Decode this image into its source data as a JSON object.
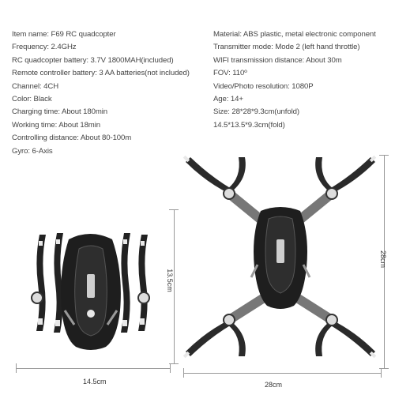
{
  "specs_left": [
    "Item name: F69 RC quadcopter",
    "Frequency: 2.4GHz",
    "RC quadcopter battery: 3.7V 1800MAH(included)",
    "Remote controller battery: 3 AA batteries(not included)",
    "Channel: 4CH",
    "Color: Black",
    "Charging time: About 180min",
    "Working time: About 18min",
    "Controlling distance: About 80-100m",
    "Gyro: 6-Axis"
  ],
  "specs_right": [
    "Material: ABS plastic, metal electronic component",
    "Transmitter mode: Mode 2 (left hand throttle)",
    "WIFI transmission distance: About 30m",
    "FOV: 110º",
    "Video/Photo resolution: 1080P",
    "Age: 14+",
    "Size: 28*28*9.3cm(unfold)",
    "14.5*13.5*9.3cm(fold)"
  ],
  "dimensions": {
    "folded_width": "14.5cm",
    "folded_height": "13.5cm",
    "unfolded_width": "28cm",
    "unfolded_height": "28cm"
  },
  "colors": {
    "body": "#1e1e1e",
    "arm": "#777777",
    "accent": "#e8e8e8"
  }
}
